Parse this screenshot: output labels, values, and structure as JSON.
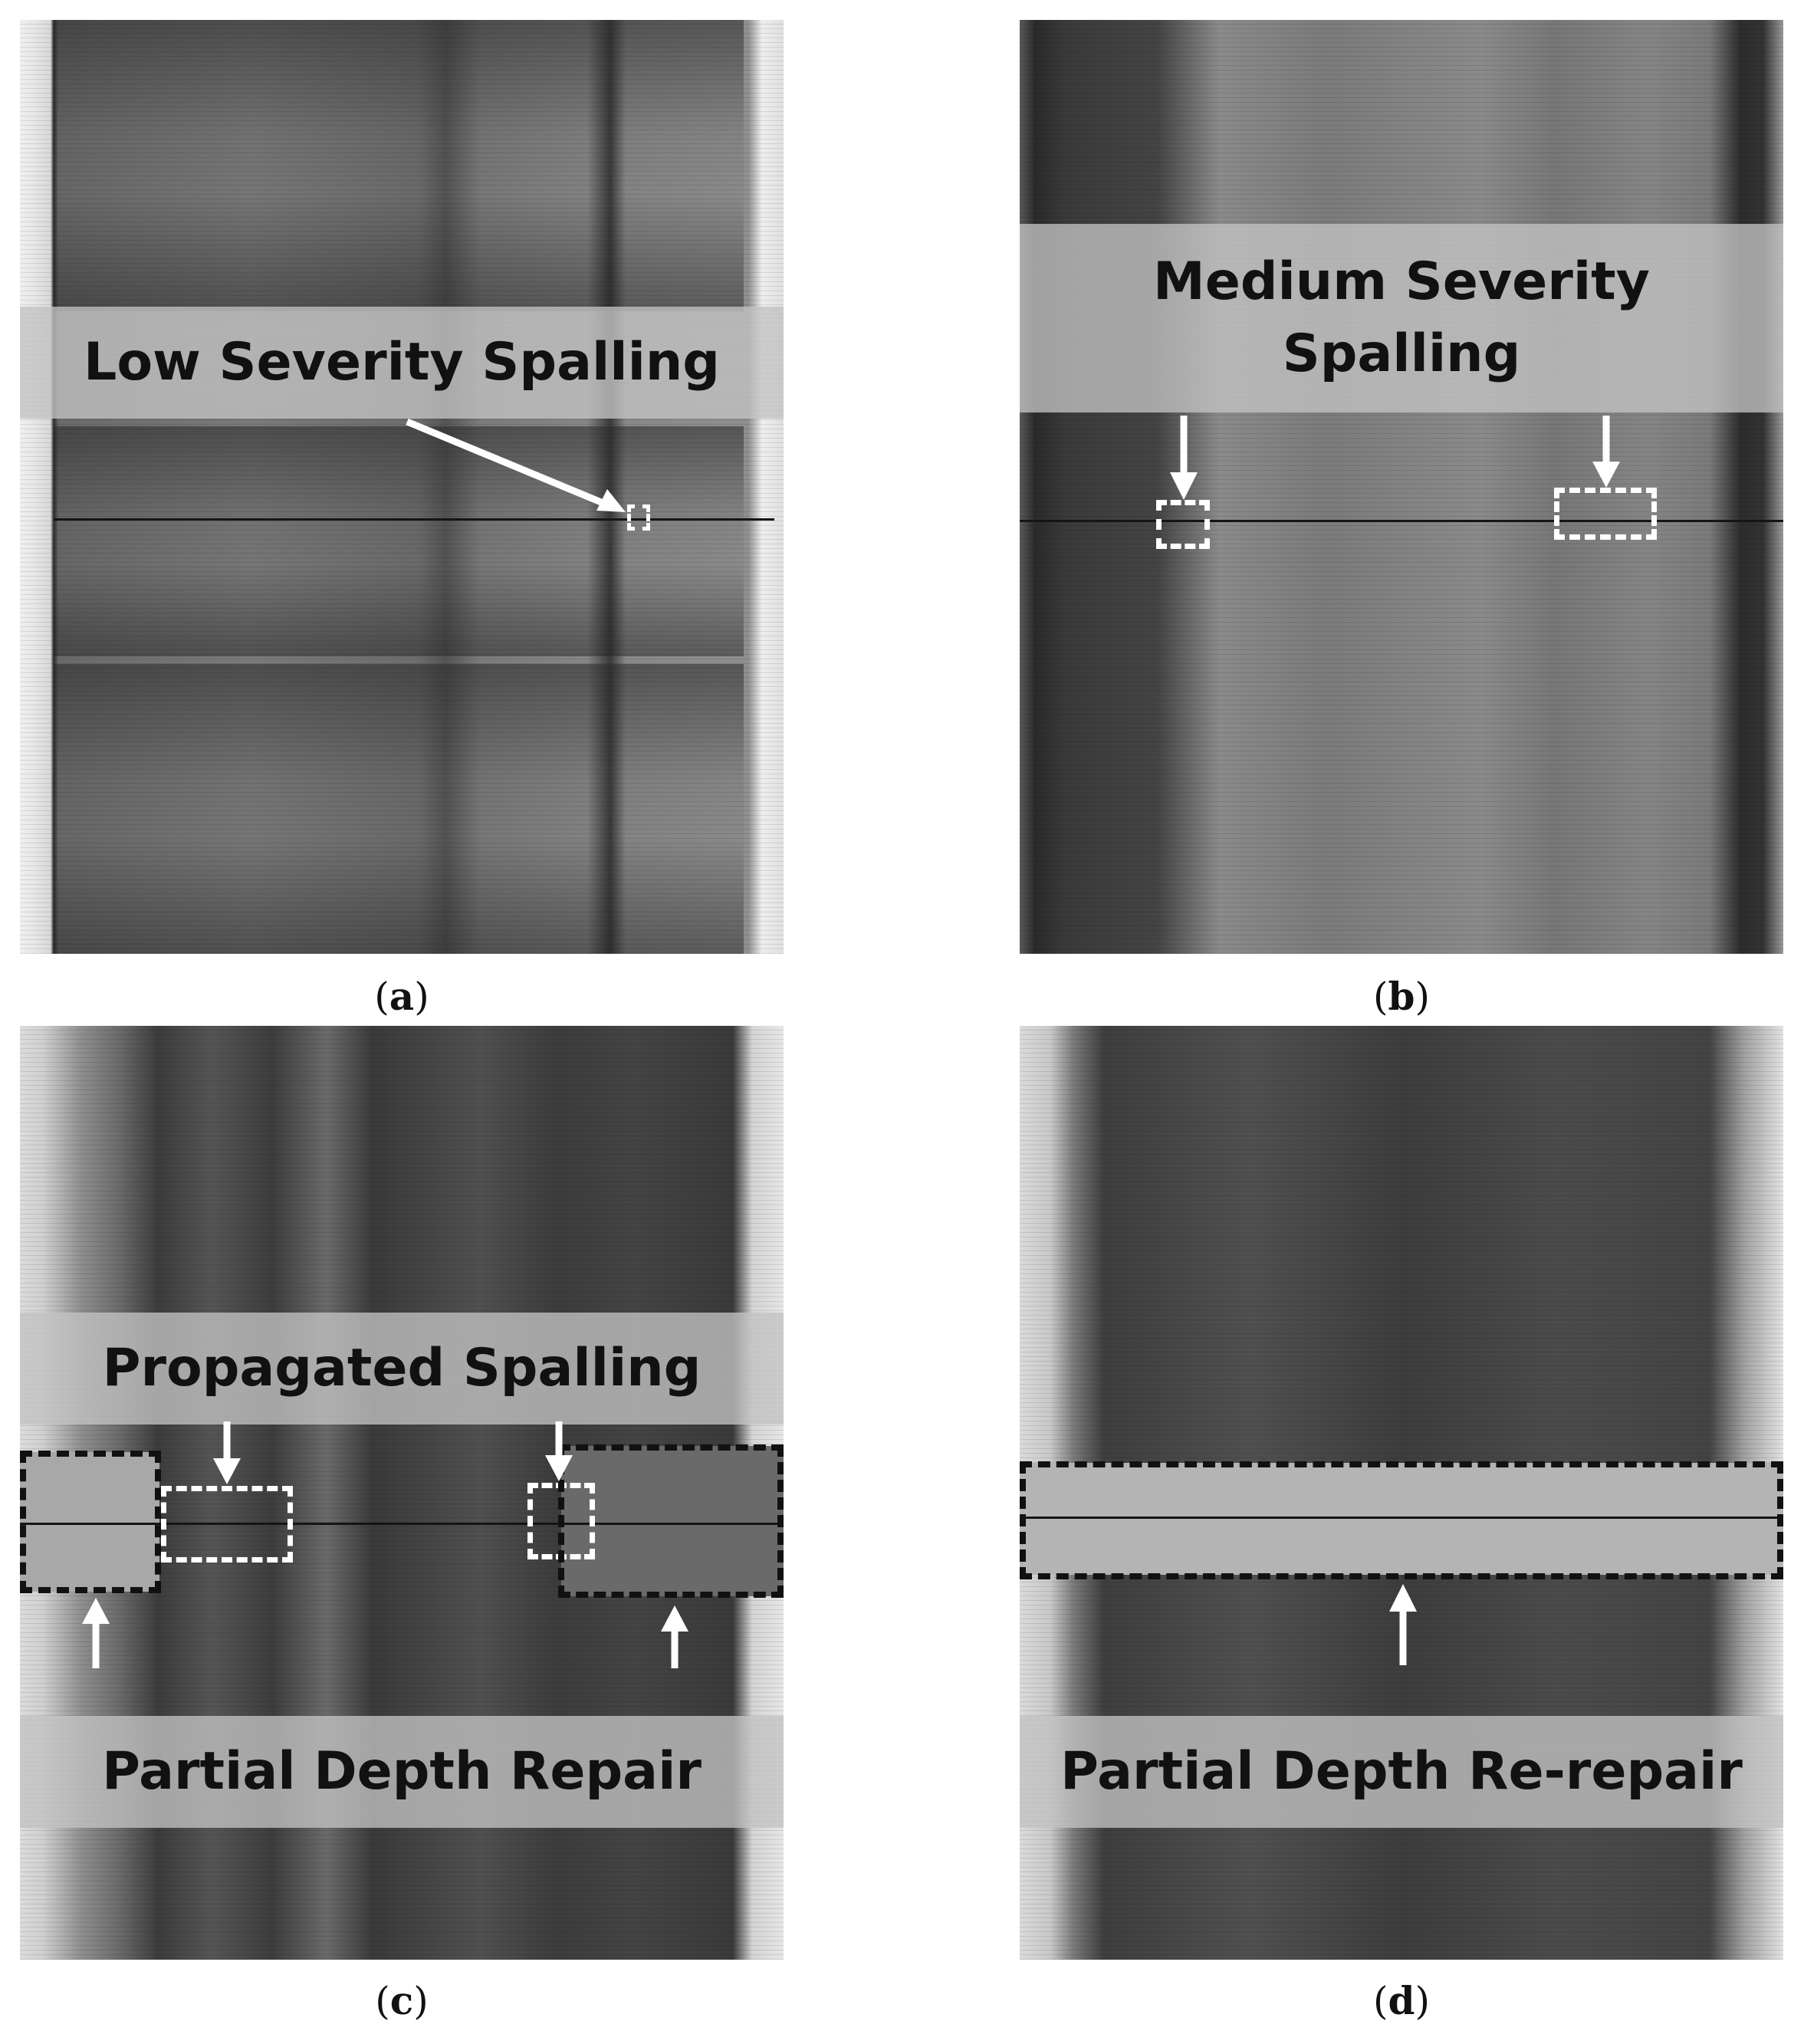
{
  "panels": {
    "a": {
      "label": "Low Severity Spalling",
      "caption_letter": "a"
    },
    "b": {
      "label_line1": "Medium Severity",
      "label_line2": "Spalling",
      "caption_letter": "b"
    },
    "c": {
      "label_top": "Propagated Spalling",
      "label_bottom": "Partial Depth Repair",
      "caption_letter": "c"
    },
    "d": {
      "label": "Partial Depth Re-repair",
      "caption_letter": "d"
    }
  },
  "caption_open": "(",
  "caption_close": ")"
}
